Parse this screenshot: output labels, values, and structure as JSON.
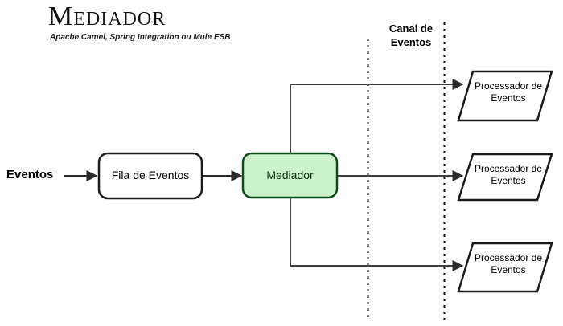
{
  "header": {
    "title": "Mediador",
    "subtitle": "Apache Camel, Spring Integration ou Mule ESB"
  },
  "diagram": {
    "channel_label": "Canal de\nEventos",
    "channel_label_line1": "Canal de",
    "channel_label_line2": "Eventos",
    "input_label": "Eventos",
    "queue_label": "Fila de Eventos",
    "mediator_label": "Mediador",
    "processors": [
      {
        "line1": "Processador de",
        "line2": "Eventos"
      },
      {
        "line1": "Processador de",
        "line2": "Eventos"
      },
      {
        "line1": "Processador de",
        "line2": "Eventos"
      }
    ],
    "colors": {
      "mediator_fill": "#ccf2cc",
      "mediator_stroke": "#0f4a1e",
      "node_stroke": "#1a1a1a",
      "connector": "#3d3d3d",
      "dashed_guide": "#111111",
      "background": "#ffffff"
    }
  }
}
